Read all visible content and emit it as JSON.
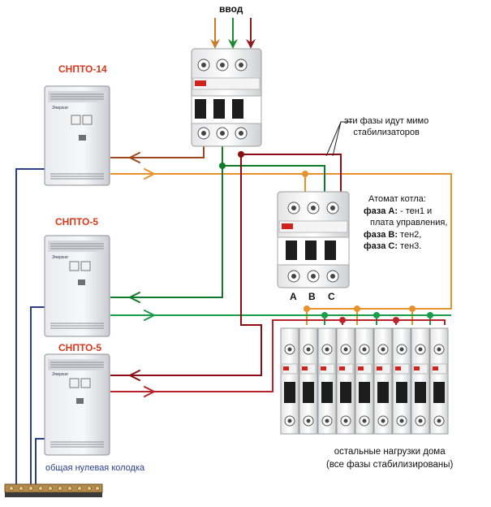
{
  "input_label": "ввод",
  "stabilizers": [
    {
      "title": "СНПТО-14",
      "brand": "Энергия"
    },
    {
      "title": "СНПТО-5",
      "brand": "Энергия"
    },
    {
      "title": "СНПТО-5",
      "brand": "Энергия"
    }
  ],
  "bypass_note": [
    "эти фазы идут мимо",
    "стабилизаторов"
  ],
  "boiler_breaker": {
    "title": "Атомат котла:",
    "lines": [
      {
        "phase": "фаза А:",
        "text": " - тен1 и"
      },
      {
        "phase": "",
        "text": "плата управления,"
      },
      {
        "phase": "фаза В:",
        "text": " тен2,"
      },
      {
        "phase": "фаза С:",
        "text": " тен3."
      }
    ],
    "phase_letters": [
      "A",
      "B",
      "C"
    ]
  },
  "loads_caption": [
    "остальные нагрузки дома",
    "(все фазы стабилизированы)"
  ],
  "neutral_bus_label": "общая нулевая колодка",
  "colors": {
    "phase_brown": "#a0461c",
    "phase_green": "#0e7a2a",
    "phase_red": "#8b0d13",
    "stab_orange": "#e8922e",
    "stab_green": "#1a9c4a",
    "stab_red": "#b8242a",
    "neutral_blue": "#2b3f8f",
    "title_red": "#d9361a"
  }
}
